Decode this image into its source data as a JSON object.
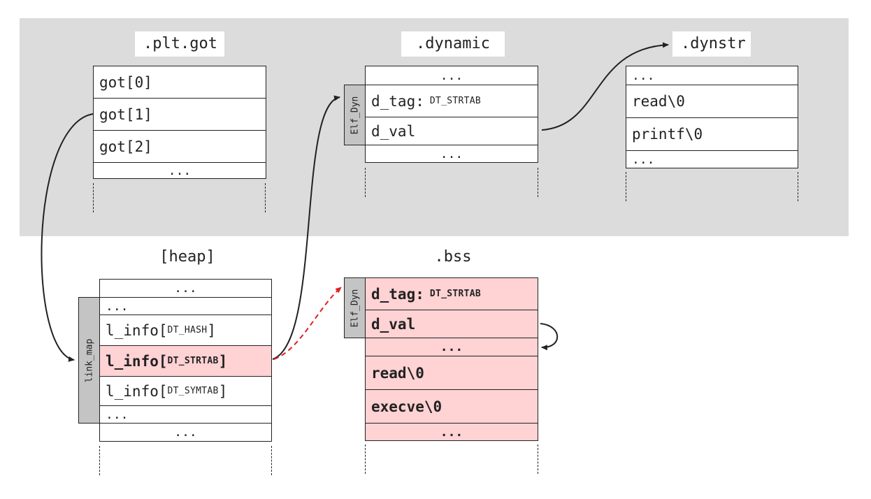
{
  "sections": {
    "plt_got": {
      "title": ".plt.got",
      "rows": [
        "got[0]",
        "got[1]",
        "got[2]",
        "..."
      ]
    },
    "dynamic": {
      "title": ".dynamic",
      "label": "Elf_Dyn",
      "rows": {
        "top_dots": "...",
        "d_tag": "d_tag:",
        "d_tag_value": "DT_STRTAB",
        "d_val": "d_val",
        "bottom_dots": "..."
      }
    },
    "dynstr": {
      "title": ".dynstr",
      "rows": [
        "...",
        "read\\0",
        "printf\\0",
        "..."
      ]
    },
    "heap": {
      "title": "[heap]",
      "label": "link_map",
      "rows": {
        "top_dots": "...",
        "inner_dots_1": "...",
        "l_info_hash": "l_info[",
        "l_info_hash_arg": "DT_HASH",
        "l_info_strtab": "l_info[",
        "l_info_strtab_arg": "DT_STRTAB",
        "l_info_symtab": "l_info[",
        "l_info_symtab_arg": "DT_SYMTAB",
        "close_bracket": "]",
        "inner_dots_2": "...",
        "bottom_dots": "..."
      }
    },
    "bss": {
      "title": ".bss",
      "label": "Elf_Dyn",
      "rows": {
        "d_tag": "d_tag:",
        "d_tag_value": "DT_STRTAB",
        "d_val": "d_val",
        "dots_1": "...",
        "read": "read\\0",
        "execve": "execve\\0",
        "dots_2": "..."
      }
    }
  },
  "colors": {
    "shared_region": "#dcdcdc",
    "forged": "#ffd2d4",
    "struct_label": "#c4c4c4",
    "fake_pointer_arrow": "#e02020",
    "arrow": "#222222"
  }
}
